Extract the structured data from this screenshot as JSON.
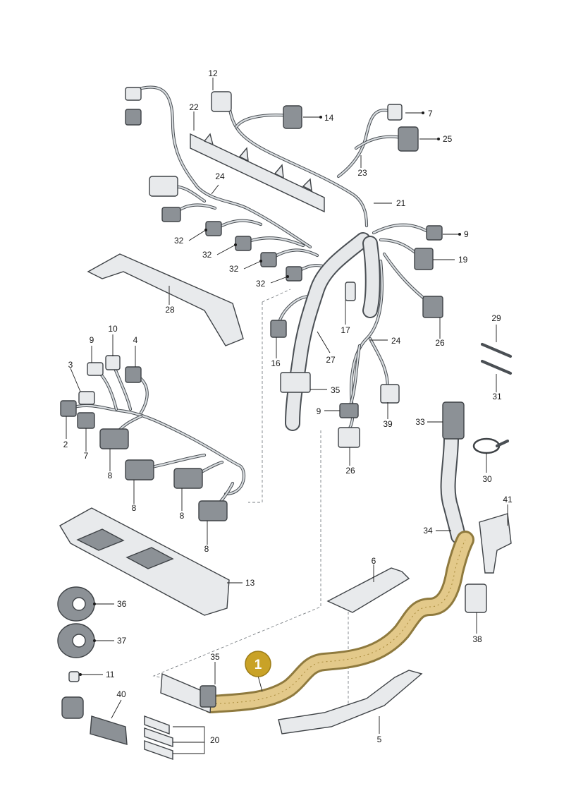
{
  "highlight": {
    "part_number": "1",
    "badge_color": "#c9a227",
    "tube_color": "#e3c98a"
  },
  "labels": [
    {
      "id": "p12",
      "text": "12"
    },
    {
      "id": "p22",
      "text": "22"
    },
    {
      "id": "p14",
      "text": "14"
    },
    {
      "id": "p7a",
      "text": "7"
    },
    {
      "id": "p25",
      "text": "25"
    },
    {
      "id": "p23",
      "text": "23"
    },
    {
      "id": "p24a",
      "text": "24"
    },
    {
      "id": "p21",
      "text": "21"
    },
    {
      "id": "p9a",
      "text": "9"
    },
    {
      "id": "p19",
      "text": "19"
    },
    {
      "id": "p32a",
      "text": "32"
    },
    {
      "id": "p32b",
      "text": "32"
    },
    {
      "id": "p32c",
      "text": "32"
    },
    {
      "id": "p32d",
      "text": "32"
    },
    {
      "id": "p28",
      "text": "28"
    },
    {
      "id": "p17",
      "text": "17"
    },
    {
      "id": "p16",
      "text": "16"
    },
    {
      "id": "p27",
      "text": "27"
    },
    {
      "id": "p26a",
      "text": "26"
    },
    {
      "id": "p24b",
      "text": "24"
    },
    {
      "id": "p29",
      "text": "29"
    },
    {
      "id": "p31",
      "text": "31"
    },
    {
      "id": "p10",
      "text": "10"
    },
    {
      "id": "p9b",
      "text": "9"
    },
    {
      "id": "p4",
      "text": "4"
    },
    {
      "id": "p3",
      "text": "3"
    },
    {
      "id": "p35a",
      "text": "35"
    },
    {
      "id": "p9c",
      "text": "9"
    },
    {
      "id": "p39",
      "text": "39"
    },
    {
      "id": "p33",
      "text": "33"
    },
    {
      "id": "p2",
      "text": "2"
    },
    {
      "id": "p7b",
      "text": "7"
    },
    {
      "id": "p8a",
      "text": "8"
    },
    {
      "id": "p26b",
      "text": "26"
    },
    {
      "id": "p30",
      "text": "30"
    },
    {
      "id": "p8b",
      "text": "8"
    },
    {
      "id": "p8c",
      "text": "8"
    },
    {
      "id": "p8d",
      "text": "8"
    },
    {
      "id": "p41",
      "text": "41"
    },
    {
      "id": "p34",
      "text": "34"
    },
    {
      "id": "p6",
      "text": "6"
    },
    {
      "id": "p13",
      "text": "13"
    },
    {
      "id": "p36",
      "text": "36"
    },
    {
      "id": "p38",
      "text": "38"
    },
    {
      "id": "p37",
      "text": "37"
    },
    {
      "id": "p35b",
      "text": "35"
    },
    {
      "id": "p11",
      "text": "11"
    },
    {
      "id": "p40",
      "text": "40"
    },
    {
      "id": "p20",
      "text": "20"
    },
    {
      "id": "p5",
      "text": "5"
    }
  ]
}
